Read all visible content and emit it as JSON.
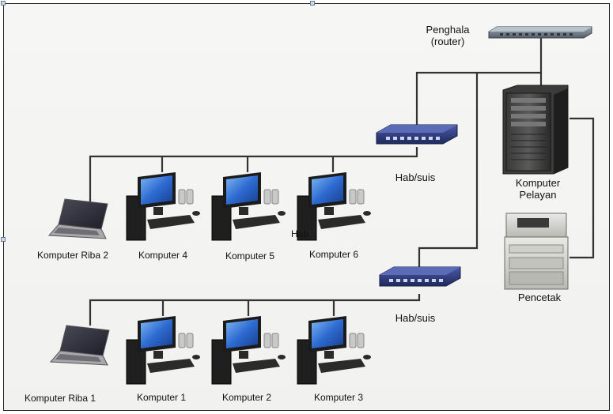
{
  "diagram": {
    "router": {
      "line1": "Penghala",
      "line2": "(router)"
    },
    "server": {
      "line1": "Komputer",
      "line2": "Pelayan"
    },
    "printer": {
      "label": "Pencetak"
    },
    "switch_top": {
      "label": "Hab/suis"
    },
    "switch_bottom": {
      "label": "Hab/suis"
    },
    "stray_label": "Hab",
    "top_row": [
      "Komputer Riba 2",
      "Komputer 4",
      "Komputer 5",
      "Komputer 6"
    ],
    "bottom_row": [
      "Komputer Riba 1",
      "Komputer 1",
      "Komputer 2",
      "Komputer 3"
    ]
  },
  "colors": {
    "cable": "#333333",
    "switch_body": "#2c3a78",
    "monitor_screen": "#2f6fd6",
    "tower": "#2a2a2a"
  }
}
